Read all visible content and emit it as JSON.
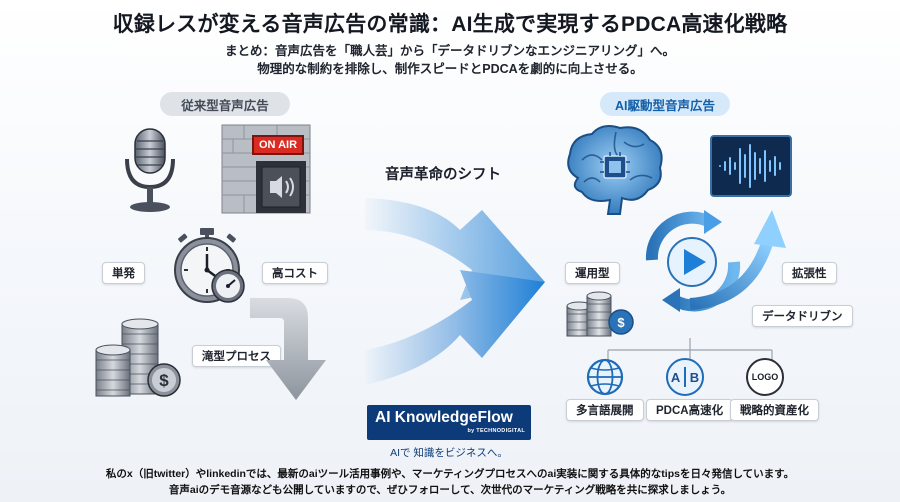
{
  "title": "収録レスが変える音声広告の常識：AI生成で実現するPDCA高速化戦略",
  "subtitle_line1": "まとめ：音声広告を「職人芸」から「データドリブンなエンジニアリング」へ。",
  "subtitle_line2": "物理的な制約を排除し、制作スピードとPDCAを劇的に向上させる。",
  "left_section": {
    "label": "従来型音声広告",
    "onair_text": "ON AIR",
    "tags": [
      "単発",
      "高コスト",
      "滝型プロセス"
    ]
  },
  "center": {
    "shift_label": "音声革命のシフト",
    "logo_main": "AI KnowledgeFlow",
    "logo_byline": "by TECHNODIGITAL",
    "logo_tagline": "AIで 知識をビジネスへ。"
  },
  "right_section": {
    "label": "AI駆動型音声広告",
    "tags": [
      "運用型",
      "拡張性",
      "データドリブン"
    ],
    "bottom_items": [
      {
        "label": "多言語展開",
        "icon": "globe-icon"
      },
      {
        "label": "PDCA高速化",
        "icon": "ab-test-icon",
        "icon_text_a": "A",
        "icon_text_b": "B"
      },
      {
        "label": "戦略的資産化",
        "icon": "logo-badge-icon",
        "icon_text": "LOGO"
      }
    ]
  },
  "footer_line1": "私のx（旧twitter）やlinkedinでは、最新のaiツール活用事例や、マーケティングプロセスへのai実装に関する具体的なtipsを日々発信しています。",
  "footer_line2": "音声aiのデモ音源なども公開していますので、ぜひフォローして、次世代のマーケティング戦略を共に探求しましょう。",
  "colors": {
    "accent_blue": "#1e7fd6",
    "logo_navy": "#0d3a78",
    "gray_pill": "#dfe3e8"
  }
}
